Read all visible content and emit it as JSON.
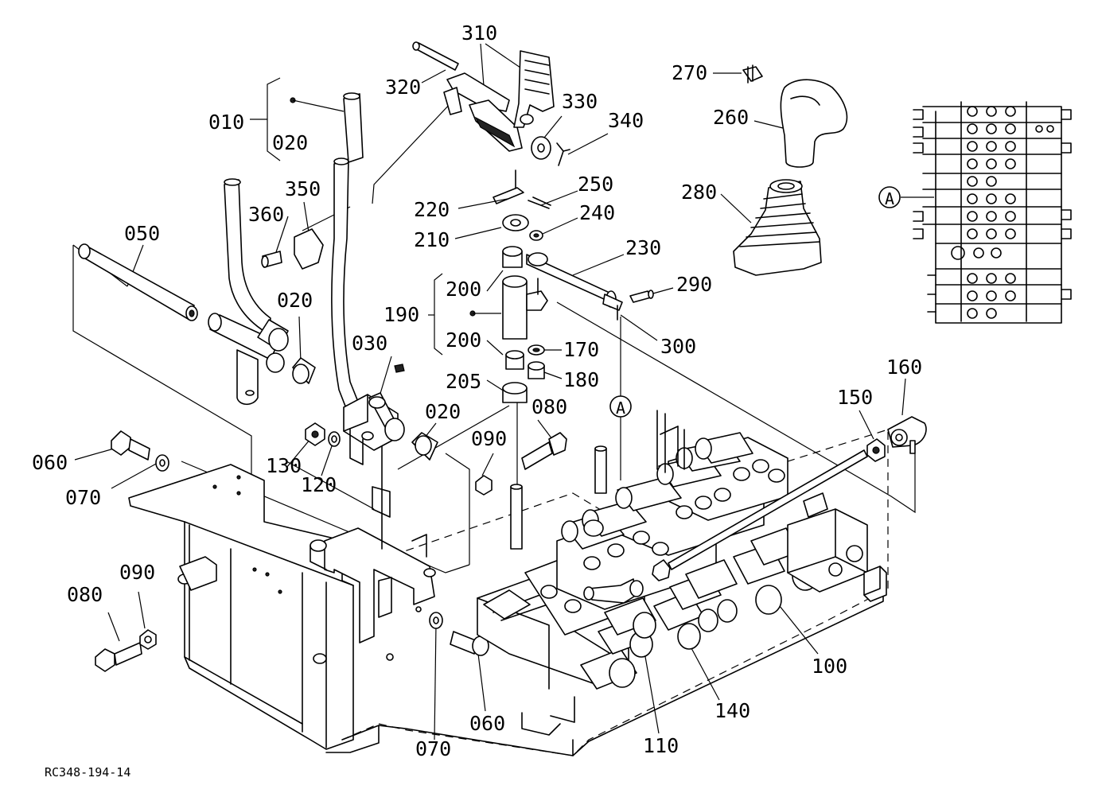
{
  "drawing_code": "RC348-194-14",
  "callout_letter": "A",
  "parts": [
    {
      "id": "010",
      "text": "010"
    },
    {
      "id": "020a",
      "text": "020"
    },
    {
      "id": "020b",
      "text": "020"
    },
    {
      "id": "020c",
      "text": "020"
    },
    {
      "id": "030",
      "text": "030"
    },
    {
      "id": "050",
      "text": "050"
    },
    {
      "id": "060a",
      "text": "060"
    },
    {
      "id": "060b",
      "text": "060"
    },
    {
      "id": "070a",
      "text": "070"
    },
    {
      "id": "070b",
      "text": "070"
    },
    {
      "id": "080a",
      "text": "080"
    },
    {
      "id": "080b",
      "text": "080"
    },
    {
      "id": "090a",
      "text": "090"
    },
    {
      "id": "090b",
      "text": "090"
    },
    {
      "id": "100",
      "text": "100"
    },
    {
      "id": "110",
      "text": "110"
    },
    {
      "id": "120",
      "text": "120"
    },
    {
      "id": "130",
      "text": "130"
    },
    {
      "id": "140",
      "text": "140"
    },
    {
      "id": "150",
      "text": "150"
    },
    {
      "id": "160",
      "text": "160"
    },
    {
      "id": "170",
      "text": "170"
    },
    {
      "id": "180",
      "text": "180"
    },
    {
      "id": "190",
      "text": "190"
    },
    {
      "id": "200a",
      "text": "200"
    },
    {
      "id": "200b",
      "text": "200"
    },
    {
      "id": "205",
      "text": "205"
    },
    {
      "id": "210",
      "text": "210"
    },
    {
      "id": "220",
      "text": "220"
    },
    {
      "id": "230",
      "text": "230"
    },
    {
      "id": "240",
      "text": "240"
    },
    {
      "id": "250",
      "text": "250"
    },
    {
      "id": "260",
      "text": "260"
    },
    {
      "id": "270",
      "text": "270"
    },
    {
      "id": "280",
      "text": "280"
    },
    {
      "id": "290",
      "text": "290"
    },
    {
      "id": "300",
      "text": "300"
    },
    {
      "id": "310",
      "text": "310"
    },
    {
      "id": "320",
      "text": "320"
    },
    {
      "id": "330",
      "text": "330"
    },
    {
      "id": "340",
      "text": "340"
    },
    {
      "id": "350",
      "text": "350"
    },
    {
      "id": "360",
      "text": "360"
    }
  ]
}
